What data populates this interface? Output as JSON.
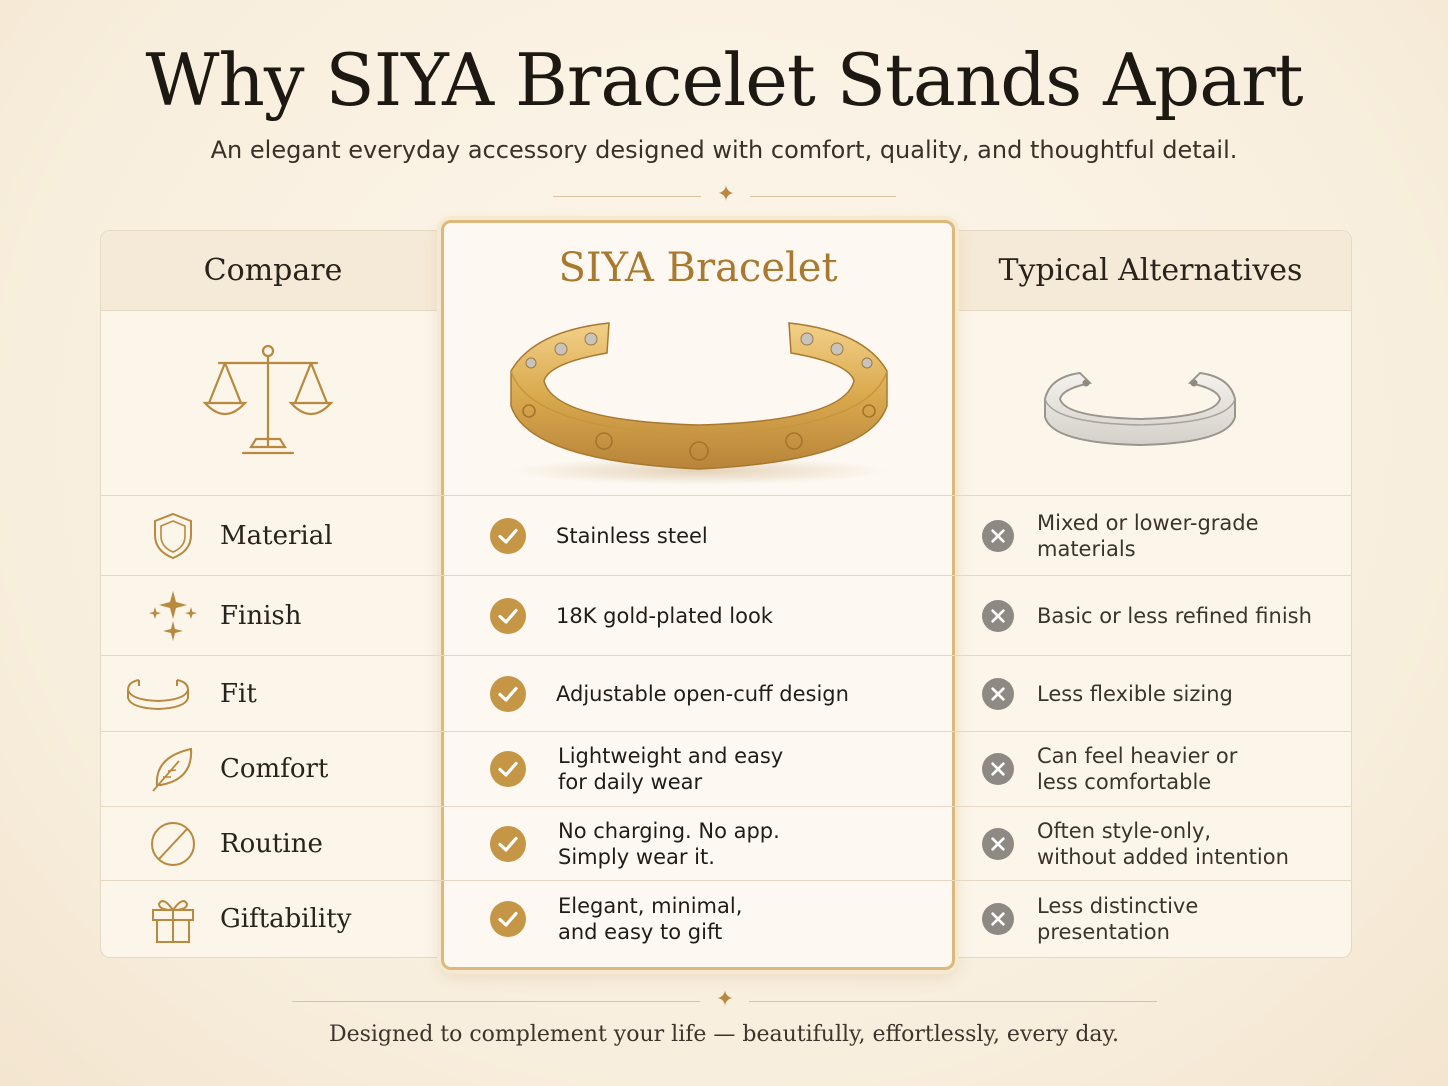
{
  "header": {
    "title": "Why SIYA Bracelet Stands Apart",
    "subtitle": "An elegant everyday accessory designed with comfort, quality, and thoughtful detail."
  },
  "columns": {
    "compare": "Compare",
    "siya": "SIYA Bracelet",
    "alternatives": "Typical Alternatives"
  },
  "rows": [
    {
      "feature": "Material",
      "icon": "shield-icon",
      "siya": [
        "Stainless steel"
      ],
      "alt": [
        "Mixed or lower-grade materials"
      ]
    },
    {
      "feature": "Finish",
      "icon": "sparkle-icon",
      "siya": [
        "18K gold-plated look"
      ],
      "alt": [
        "Basic or less refined finish"
      ]
    },
    {
      "feature": "Fit",
      "icon": "cuff-icon",
      "siya": [
        "Adjustable open-cuff design"
      ],
      "alt": [
        "Less flexible sizing"
      ]
    },
    {
      "feature": "Comfort",
      "icon": "leaf-icon",
      "siya": [
        "Lightweight and easy",
        "for daily wear"
      ],
      "alt": [
        "Can feel heavier or",
        "less comfortable"
      ]
    },
    {
      "feature": "Routine",
      "icon": "no-sign-icon",
      "siya": [
        "No charging. No app.",
        "Simply wear it."
      ],
      "alt": [
        "Often style-only,",
        "without added intention"
      ]
    },
    {
      "feature": "Giftability",
      "icon": "gift-icon",
      "siya": [
        "Elegant, minimal,",
        "and easy to gift"
      ],
      "alt": [
        "Less distinctive",
        "presentation"
      ]
    }
  ],
  "footer": {
    "tagline": "Designed to complement your life — beautifully, effortlessly, every day."
  },
  "colors": {
    "gold": "#b8893e",
    "check": "#c59645",
    "cross": "#8e8983",
    "text": "#221c15"
  }
}
